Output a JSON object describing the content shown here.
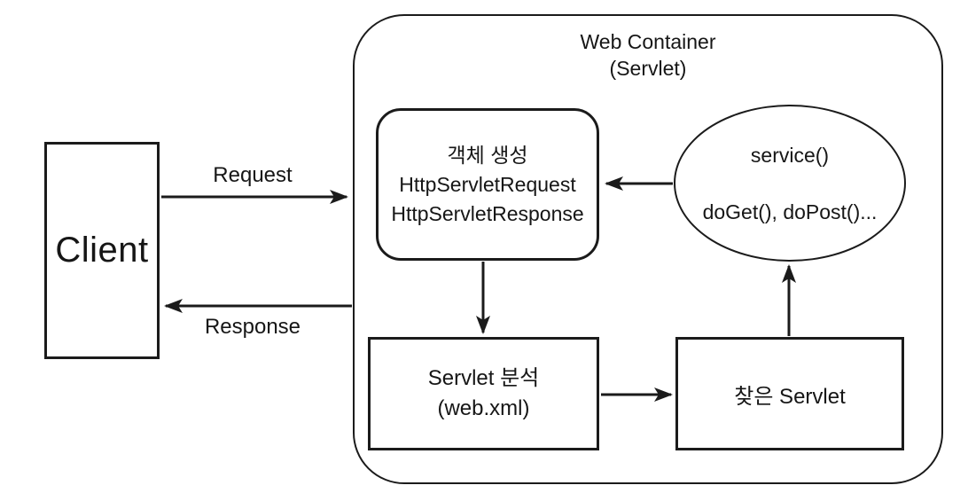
{
  "diagram": {
    "container": {
      "title_line1": "Web Container",
      "title_line2": "(Servlet)"
    },
    "client": {
      "label": "Client"
    },
    "labels": {
      "request": "Request",
      "response": "Response"
    },
    "creation_box": {
      "line1": "객체 생성",
      "line2": "HttpServletRequest",
      "line3": "HttpServletResponse"
    },
    "service_ellipse": {
      "line1": "service()",
      "line2": "doGet(), doPost()..."
    },
    "analysis_box": {
      "line1": "Servlet 분석",
      "line2": "(web.xml)"
    },
    "found_box": {
      "label": "찾은 Servlet"
    },
    "arrows": [
      "client-to-container-request",
      "container-to-client-response",
      "creation-to-analysis",
      "analysis-to-found",
      "found-to-service",
      "service-to-creation"
    ],
    "colors": {
      "line": "#1b1b1b",
      "background": "#ffffff"
    }
  }
}
